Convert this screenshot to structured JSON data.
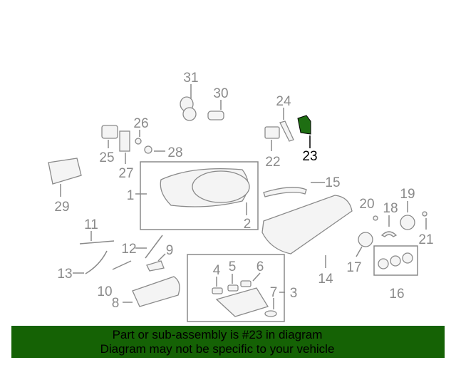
{
  "diagram": {
    "highlighted_part": "23",
    "highlight_color": "#1e6e12",
    "callouts": [
      "1",
      "2",
      "3",
      "4",
      "5",
      "6",
      "7",
      "8",
      "9",
      "10",
      "11",
      "12",
      "13",
      "14",
      "15",
      "16",
      "17",
      "18",
      "19",
      "20",
      "21",
      "22",
      "23",
      "24",
      "25",
      "26",
      "27",
      "28",
      "29",
      "30",
      "31"
    ]
  },
  "banner": {
    "line1": "Part or sub-assembly is #23 in diagram",
    "line2": "Diagram may not be specific to your vehicle",
    "color": "#156205"
  }
}
